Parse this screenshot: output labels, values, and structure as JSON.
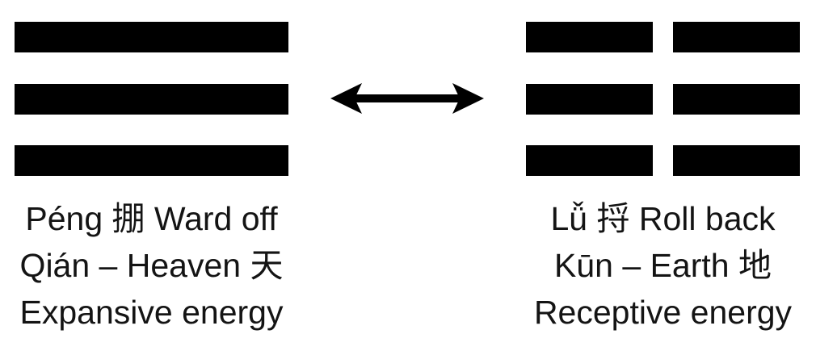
{
  "colors": {
    "background": "#ffffff",
    "bar": "#000000",
    "text": "#141414",
    "arrow": "#000000"
  },
  "left": {
    "trigram": {
      "name": "qian-heaven",
      "lines": [
        "solid",
        "solid",
        "solid"
      ]
    },
    "caption": [
      "Péng 掤 Ward off",
      "Qián – Heaven 天",
      "Expansive energy"
    ]
  },
  "arrow": {
    "icon": "double-headed-arrow",
    "color": "#000000"
  },
  "right": {
    "trigram": {
      "name": "kun-earth",
      "lines": [
        "broken",
        "broken",
        "broken"
      ]
    },
    "caption": [
      "Lǚ 捋 Roll back",
      "Kūn – Earth 地",
      "Receptive energy"
    ]
  }
}
